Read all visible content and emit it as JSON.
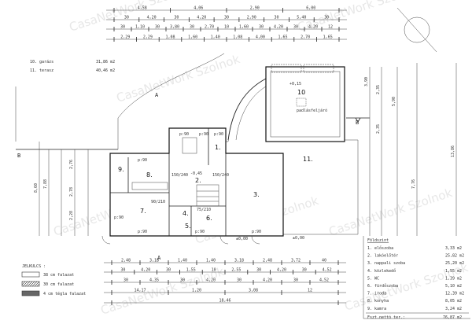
{
  "title_block": {
    "items": [
      {
        "label": "10. garázs",
        "area": "31,86 m2"
      },
      {
        "label": "11. terasz",
        "area": "40,46 m2"
      }
    ]
  },
  "room_list": {
    "heading": "Földszint",
    "rooms": [
      {
        "label": "1. előszoba",
        "area": "3,33 m2"
      },
      {
        "label": "2. lakóelőtér",
        "area": "25,82 m2"
      },
      {
        "label": "3. nappali szoba",
        "area": "25,20 m2"
      },
      {
        "label": "4. közlekedő",
        "area": "1,55 m2"
      },
      {
        "label": "5. WC",
        "area": "1,39 m2"
      },
      {
        "label": "6. fürdőszoba",
        "area": "5,10 m2"
      },
      {
        "label": "7. iroda",
        "area": "12,39 m2"
      },
      {
        "label": "8. konyha",
        "area": "8,05 m2"
      },
      {
        "label": "9. kamra",
        "area": "3,24 m2"
      }
    ],
    "total_label": "Fszt.nettó ter.:",
    "total_area": "76,87 m2"
  },
  "legend": {
    "heading": "JELKULCS :",
    "items": [
      {
        "label": "38 cm falazat",
        "pattern": "empty"
      },
      {
        "label": "30 cm falazat",
        "pattern": "hatch"
      },
      {
        "label": "4 cm tégla falazat",
        "pattern": "dark"
      }
    ]
  },
  "plan": {
    "room_numbers": [
      "1.",
      "2.",
      "3.",
      "4.",
      "5.",
      "6.",
      "7.",
      "8.",
      "9.",
      "10",
      "11."
    ],
    "levels": {
      "living": "-0,45",
      "garage": "+0,15",
      "entrance": "±0,00",
      "terrace": "±0,00"
    },
    "attic_access": "padlásfeljáró",
    "section_markers": [
      "A",
      "A",
      "B",
      "B"
    ],
    "window_labels": [
      "p:90",
      "p:90",
      "p:90",
      "p:90",
      "p:90",
      "p:90",
      "p:90",
      "p:90"
    ],
    "door_labels": [
      "150/240",
      "150/240",
      "90/210",
      "75/210"
    ]
  },
  "dimensions": {
    "top": [
      [
        "4,58",
        "4,06",
        "2,90",
        "6,00"
      ],
      [
        "30",
        "4,20",
        "30",
        "4,20",
        "30",
        "2,90",
        "30",
        "5,40",
        "30"
      ],
      [
        "30",
        "1,10",
        "30",
        "3,80",
        "30",
        "2,70",
        "10",
        "1,60",
        "30",
        "4,20",
        "30",
        "4,20",
        "12"
      ],
      [
        "2,29",
        "2,29",
        "1,08",
        "1,60",
        "1,40",
        "1,08",
        "4,00",
        "1,65",
        "2,70",
        "1,65"
      ]
    ],
    "bottom": [
      [
        "2,48",
        "3,18",
        "1,40",
        "1,40",
        "3,18",
        "2,48",
        "3,72",
        "40"
      ],
      [
        "30",
        "4,20",
        "30",
        "1,55",
        "10",
        "2,55",
        "30",
        "4,20",
        "30",
        "4,52"
      ],
      [
        "30",
        "4,35",
        "30",
        "4,20",
        "30",
        "4,20",
        "30",
        "4,52"
      ],
      [
        "14,17",
        "1,20",
        "3,08",
        "12"
      ],
      [
        "18,46"
      ]
    ],
    "left": [
      "8,60",
      "7,88",
      "2,76",
      "2,78",
      "2,28"
    ],
    "right": [
      "3,90",
      "2,35",
      "5,90",
      "13,86",
      "7,76",
      "2,35"
    ]
  },
  "watermark": "CasaNetWork Szolnok"
}
